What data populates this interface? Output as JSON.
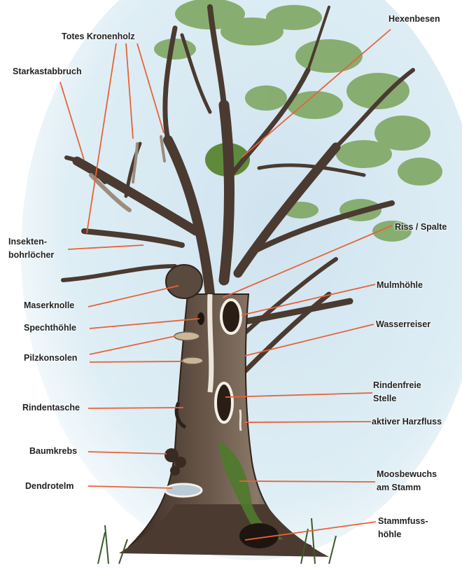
{
  "colors": {
    "leader": "#e8623a",
    "label_text": "#222222",
    "sky": "#d6e8f2",
    "bark_dark": "#3a2b22",
    "bark_mid": "#6b5a4c",
    "bark_light": "#9c8c7c",
    "foliage": "#7aa35a",
    "moss": "#4f7a2c",
    "fungus": "#c9b79a",
    "cavity_rim": "#f3efe6"
  },
  "labels": {
    "totes_kronenholz": "Totes Kronenholz",
    "starkastabbruch": "Starkastabbruch",
    "hexenbesen": "Hexenbesen",
    "insekten": [
      "Insekten-",
      "bohrlöcher"
    ],
    "riss_spalte": "Riss / Spalte",
    "maserknolle": "Maserknolle",
    "mulmhoehle": "Mulmhöhle",
    "spechthoehle": "Spechthöhle",
    "wasserreiser": "Wasserreiser",
    "pilzkonsolen": "Pilzkonsolen",
    "rindenfreie_stelle": [
      "Rindenfreie",
      "Stelle"
    ],
    "rindentasche": "Rindentasche",
    "aktiver_harzfluss": "aktiver Harzfluss",
    "baumkrebs": "Baumkrebs",
    "moosbewuchs": [
      "Moosbewuchs",
      "am Stamm"
    ],
    "dendrotelm": "Dendrotelm",
    "stammfusshoehle": [
      "Stammfuss-",
      "höhle"
    ]
  }
}
